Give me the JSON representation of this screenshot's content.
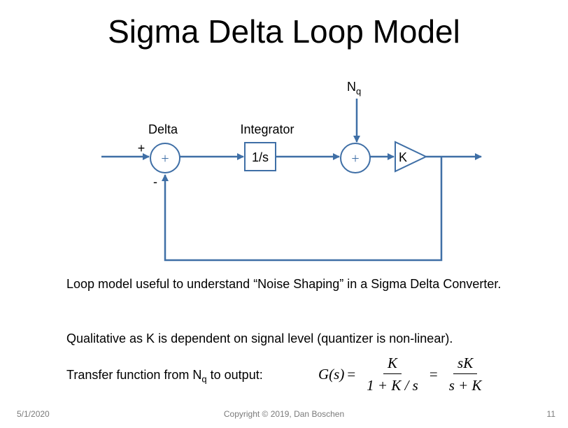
{
  "slide": {
    "title": "Sigma Delta Loop Model"
  },
  "diagram": {
    "noise_label": "N",
    "noise_sub": "q",
    "delta_label": "Delta",
    "integrator_label": "Integrator",
    "integrator_block": "1/s",
    "plus_sign": "+",
    "minus_sign": "-",
    "sum_symbol": "+",
    "gain_label": "K",
    "line_color": "#3f6fa6"
  },
  "body": {
    "para1": "Loop model useful to understand “Noise Shaping” in a Sigma Delta Converter.",
    "para2": "Qualitative as K is dependent on signal level (quantizer is non-linear).",
    "para3_prefix": "Transfer function from N",
    "para3_sub": "q",
    "para3_suffix": " to output:"
  },
  "equation": {
    "lhs": "G(s)",
    "equals": "=",
    "frac1_num": "K",
    "frac1_den": "1 + K / s",
    "frac2_num": "sK",
    "frac2_den": "s + K"
  },
  "footer": {
    "date": "5/1/2020",
    "copyright": "Copyright © 2019, Dan Boschen",
    "page_number": "11"
  }
}
